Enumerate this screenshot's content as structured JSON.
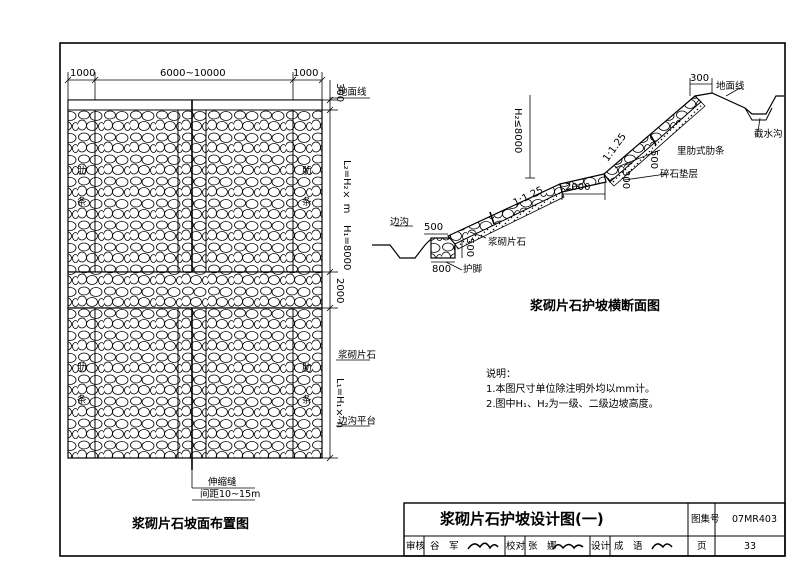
{
  "layout_plan": {
    "title": "浆砌片石坡面布置图",
    "dims_top": [
      "1000",
      "6000~10000",
      "1000"
    ],
    "dims_right": [
      "300",
      "L₂=H₂× m",
      "H₁=8000",
      "2000",
      "L₁=H₁× n"
    ],
    "labels": {
      "ground_line": "地面线",
      "masonry": "浆砌片石",
      "ditch_platform": "边沟平台",
      "expansion_joint": "伸缩缝",
      "spacing": "间距10~15m",
      "rib_char_1": "肋",
      "rib_char_2": "条"
    }
  },
  "section": {
    "title": "浆砌片石护坡横断面图",
    "h2": "H₂≤8000",
    "slope_upper": "1:1.25",
    "slope_lower": "1:1.25",
    "dim_2000": "2000",
    "dim_300_top": "300",
    "dim_500_a": "500",
    "dim_300_b": "300",
    "dim_500_c": "500",
    "dim_500_d": "500",
    "dim_800": "800",
    "labels": {
      "ground_line": "地面线",
      "intercept_ditch": "截水沟",
      "inner_rib": "里肋式肋条",
      "gravel_cushion": "碎石垫层",
      "side_ditch": "边沟",
      "masonry": "浆砌片石",
      "toe": "护脚"
    }
  },
  "notes": {
    "heading": "说明：",
    "items": [
      "1.本图尺寸单位除注明外均以mm计。",
      "2.图中H₁、H₂为一级、二级边坡高度。"
    ]
  },
  "title_block": {
    "drawing_title": "浆砌片石护坡设计图(一)",
    "atlas_label": "图集号",
    "atlas_no": "07MR403",
    "review_label": "审核",
    "reviewer": "谷　军",
    "check_label": "校对",
    "checker": "张　娜",
    "design_label": "设计",
    "designer": "成　语",
    "page_label": "页",
    "page_no": "33"
  }
}
